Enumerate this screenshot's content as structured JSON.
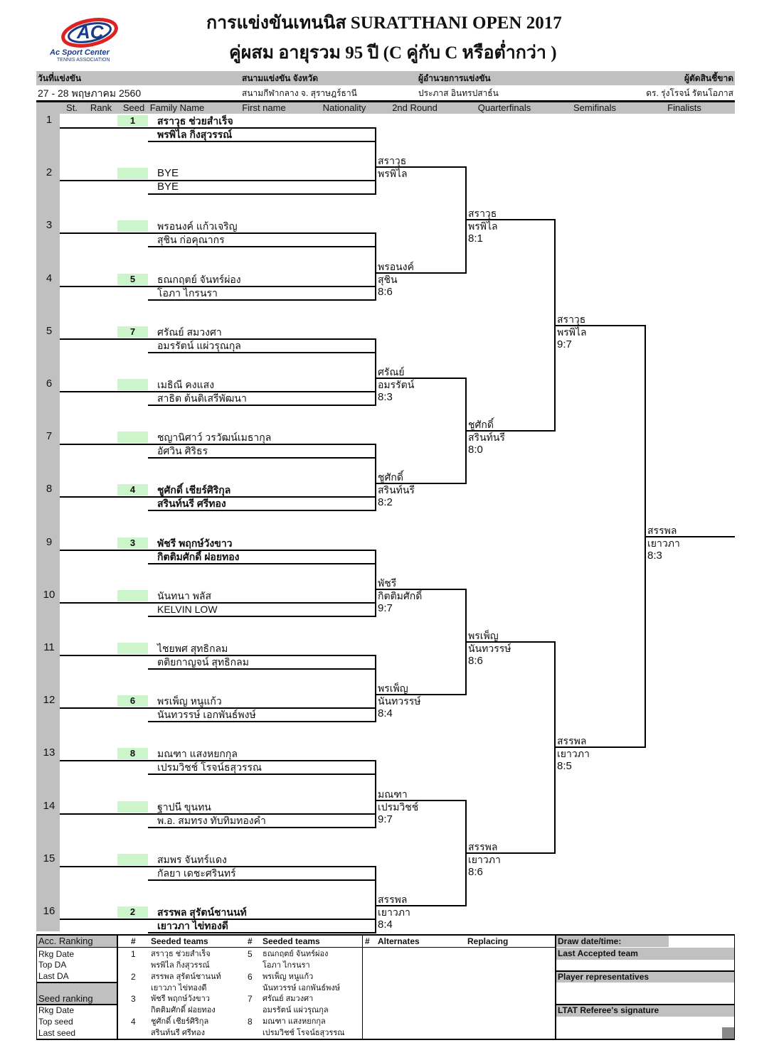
{
  "header": {
    "logo_text": "AC",
    "logo_sub1": "Ac Sport Center",
    "logo_sub2": "TENNIS ASSOCIATION",
    "title": "การแข่งขันเทนนิส SURATTHANI OPEN 2017",
    "subtitle": "คู่ผสม อายุรวม   95  ปี  (C คู่กับ  C  หรือต่ำกว่า )"
  },
  "info": {
    "date_label": "วันที่แข่งขัน",
    "date_value": "27 - 28  พฤษภาคม  2560",
    "venue_label": "สนามแข่งขัน จังหวัด",
    "venue_value": "สนามกีฬากลาง จ. สุราษฎร์ธานี",
    "director_label": "ผู้อำนวยการแข่งขัน",
    "director_value": "ประภาส  อินทรปสาธ์น",
    "referee_label": "ผู้ตัดสินชี้ขาด",
    "referee_value": "ดร. รุ่งโรจน์   รัตนโอภาส"
  },
  "columns": [
    "St.",
    "Rank",
    "Seed",
    "Family Name",
    "First name",
    "Nationality",
    "2nd Round",
    "Quarterfinals",
    "Semifinals",
    "Finalists"
  ],
  "draw": [
    {
      "no": "1",
      "seed": "1",
      "p1": "สราวุธ  ช่วยสำเร็จ",
      "p2": "พรพิไล  กิ่งสุวรรณ์",
      "bold": true
    },
    {
      "no": "2",
      "seed": "",
      "p1": "BYE",
      "p2": "BYE",
      "bold": false
    },
    {
      "no": "3",
      "seed": "",
      "p1": "พรอนงค์  แก้วเจริญ",
      "p2": "สุชิน  ก่อคุณากร",
      "bold": false
    },
    {
      "no": "4",
      "seed": "5",
      "p1": "ธณกฤตย์  จันทร์ผ่อง",
      "p2": "โอภา  ไกรนรา",
      "bold": false
    },
    {
      "no": "5",
      "seed": "7",
      "p1": "ศรัณย์  สมวงศา",
      "p2": "อมรรัตน์  แผ่วรุณกุล",
      "bold": false
    },
    {
      "no": "6",
      "seed": "",
      "p1": "เมธิณี  คงแสง",
      "p2": "สาธิต  ต้นติเสรีพัฒนา",
      "bold": false
    },
    {
      "no": "7",
      "seed": "",
      "p1": "ชญานิศาว์  วรวัฒน์เมธากุล",
      "p2": "อัศวิน  ศิริธร",
      "bold": false
    },
    {
      "no": "8",
      "seed": "4",
      "p1": "ชูศักดิ์  เชียร์ศิริกุล",
      "p2": "สรินท์นรี  ศรีทอง",
      "bold": true
    },
    {
      "no": "9",
      "seed": "3",
      "p1": "พัชรี  พฤกษ์วังขาว",
      "p2": "กิตติมศักดิ์  ฝอยทอง",
      "bold": true
    },
    {
      "no": "10",
      "seed": "",
      "p1": "นันทนา  พลัส",
      "p2": "KELVIN  LOW",
      "bold": false
    },
    {
      "no": "11",
      "seed": "",
      "p1": "ไชยพศ  สุทธิกลม",
      "p2": "ตติยกาญจน์  สุทธิกลม",
      "bold": false
    },
    {
      "no": "12",
      "seed": "6",
      "p1": "พรเพ็ญ  หนูแก้ว",
      "p2": "นันทวรรษ์  เอกพันธ์พงษ์",
      "bold": false
    },
    {
      "no": "13",
      "seed": "8",
      "p1": "มณฑา  แสงหยกกุล",
      "p2": "เปรมวิชช์  โรจน์ธสุวรรณ",
      "bold": false
    },
    {
      "no": "14",
      "seed": "",
      "p1": "ฐาปนี  ขุนทน",
      "p2": "พ.อ. สมทรง  ทับทิมทองคำ",
      "bold": false
    },
    {
      "no": "15",
      "seed": "",
      "p1": "สมพร   จันทร์แดง",
      "p2": "กัลยา  เดชะศรินทร์",
      "bold": false
    },
    {
      "no": "16",
      "seed": "2",
      "p1": "สรรพล  สุรัตน์ชานนท์",
      "p2": "เยาวภา  ไข่ทองดี",
      "bold": true
    }
  ],
  "rounds": {
    "second_round": [
      {
        "p1": "สราวุธ",
        "p2": "พรพิไล",
        "score": ""
      },
      {
        "p1": "พรอนงค์",
        "p2": "สุชิน",
        "score": "8:6"
      },
      {
        "p1": "ศรัณย์",
        "p2": "อมรรัตน์",
        "score": "8:3"
      },
      {
        "p1": "ชูศักดิ์",
        "p2": "สรินท์นรี",
        "score": "8:2"
      },
      {
        "p1": "พัชรี",
        "p2": "กิตติมศักดิ์",
        "score": "9:7"
      },
      {
        "p1": "พรเพ็ญ",
        "p2": "นันทวรรษ์",
        "score": "8:4"
      },
      {
        "p1": "มณฑา",
        "p2": "เปรมวิชช์",
        "score": "9:7"
      },
      {
        "p1": "สรรพล",
        "p2": "เยาวภา",
        "score": "8:4"
      }
    ],
    "quarterfinals": [
      {
        "p1": "สราวุธ",
        "p2": "พรพิไล",
        "score": "8:1"
      },
      {
        "p1": "ชูศักดิ์",
        "p2": "สรินท์นรี",
        "score": "8:0"
      },
      {
        "p1": "พรเพ็ญ",
        "p2": "นันทวรรษ์",
        "score": "8:6"
      },
      {
        "p1": "สรรพล",
        "p2": "เยาวภา",
        "score": "8:6"
      }
    ],
    "semifinals": [
      {
        "p1": "สราวุธ",
        "p2": "พรพิไล",
        "score": "9:7"
      },
      {
        "p1": "สรรพล",
        "p2": "เยาวภา",
        "score": "8:5"
      }
    ],
    "final": [
      {
        "p1": "สรรพล",
        "p2": "เยาวภา",
        "score": "8:3"
      }
    ]
  },
  "footer": {
    "acc_ranking": "Acc. Ranking",
    "rkg_date": "Rkg Date",
    "top_da": "Top DA",
    "last_da": "Last DA",
    "seed_ranking": "Seed ranking",
    "rkg_date2": "Rkg Date",
    "top_seed": "Top seed",
    "last_seed": "Last seed",
    "hash": "#",
    "seeded_teams": "Seeded teams",
    "seeded": [
      {
        "n": "1",
        "a": "สราวุธ  ช่วยสำเร็จ",
        "b": "พรพิไล  กิ่งสุวรรณ์"
      },
      {
        "n": "2",
        "a": "สรรพล  สุรัตน์ชานนท์",
        "b": "เยาวภา  ไข่ทองดี"
      },
      {
        "n": "3",
        "a": "พัชรี  พฤกษ์วังขาว",
        "b": "กิตติมศักดิ์  ฝอยทอง"
      },
      {
        "n": "4",
        "a": "ชูศักดิ์  เชียร์ศิริกุล",
        "b": "สรินท์นรี  ศรีทอง"
      },
      {
        "n": "5",
        "a": "ธณกฤตย์  จันทร์ผ่อง",
        "b": "โอภา  ไกรนรา"
      },
      {
        "n": "6",
        "a": "พรเพ็ญ  หนูแก้ว",
        "b": "นันทวรรษ์  เอกพันธ์พงษ์"
      },
      {
        "n": "7",
        "a": "ศรัณย์  สมวงศา",
        "b": "อมรรัตน์  แผ่วรุณกุล"
      },
      {
        "n": "8",
        "a": "มณฑา  แสงหยกกุล",
        "b": "เปรมวิชช์  โรจน์ธสุวรรณ"
      }
    ],
    "alternates": "Alternates",
    "replacing": "Replacing",
    "draw_date": "Draw date/time:",
    "last_accepted": "Last Accepted team",
    "player_reps": "Player representatives",
    "referee_sig": "LTAT Referee's signature"
  }
}
